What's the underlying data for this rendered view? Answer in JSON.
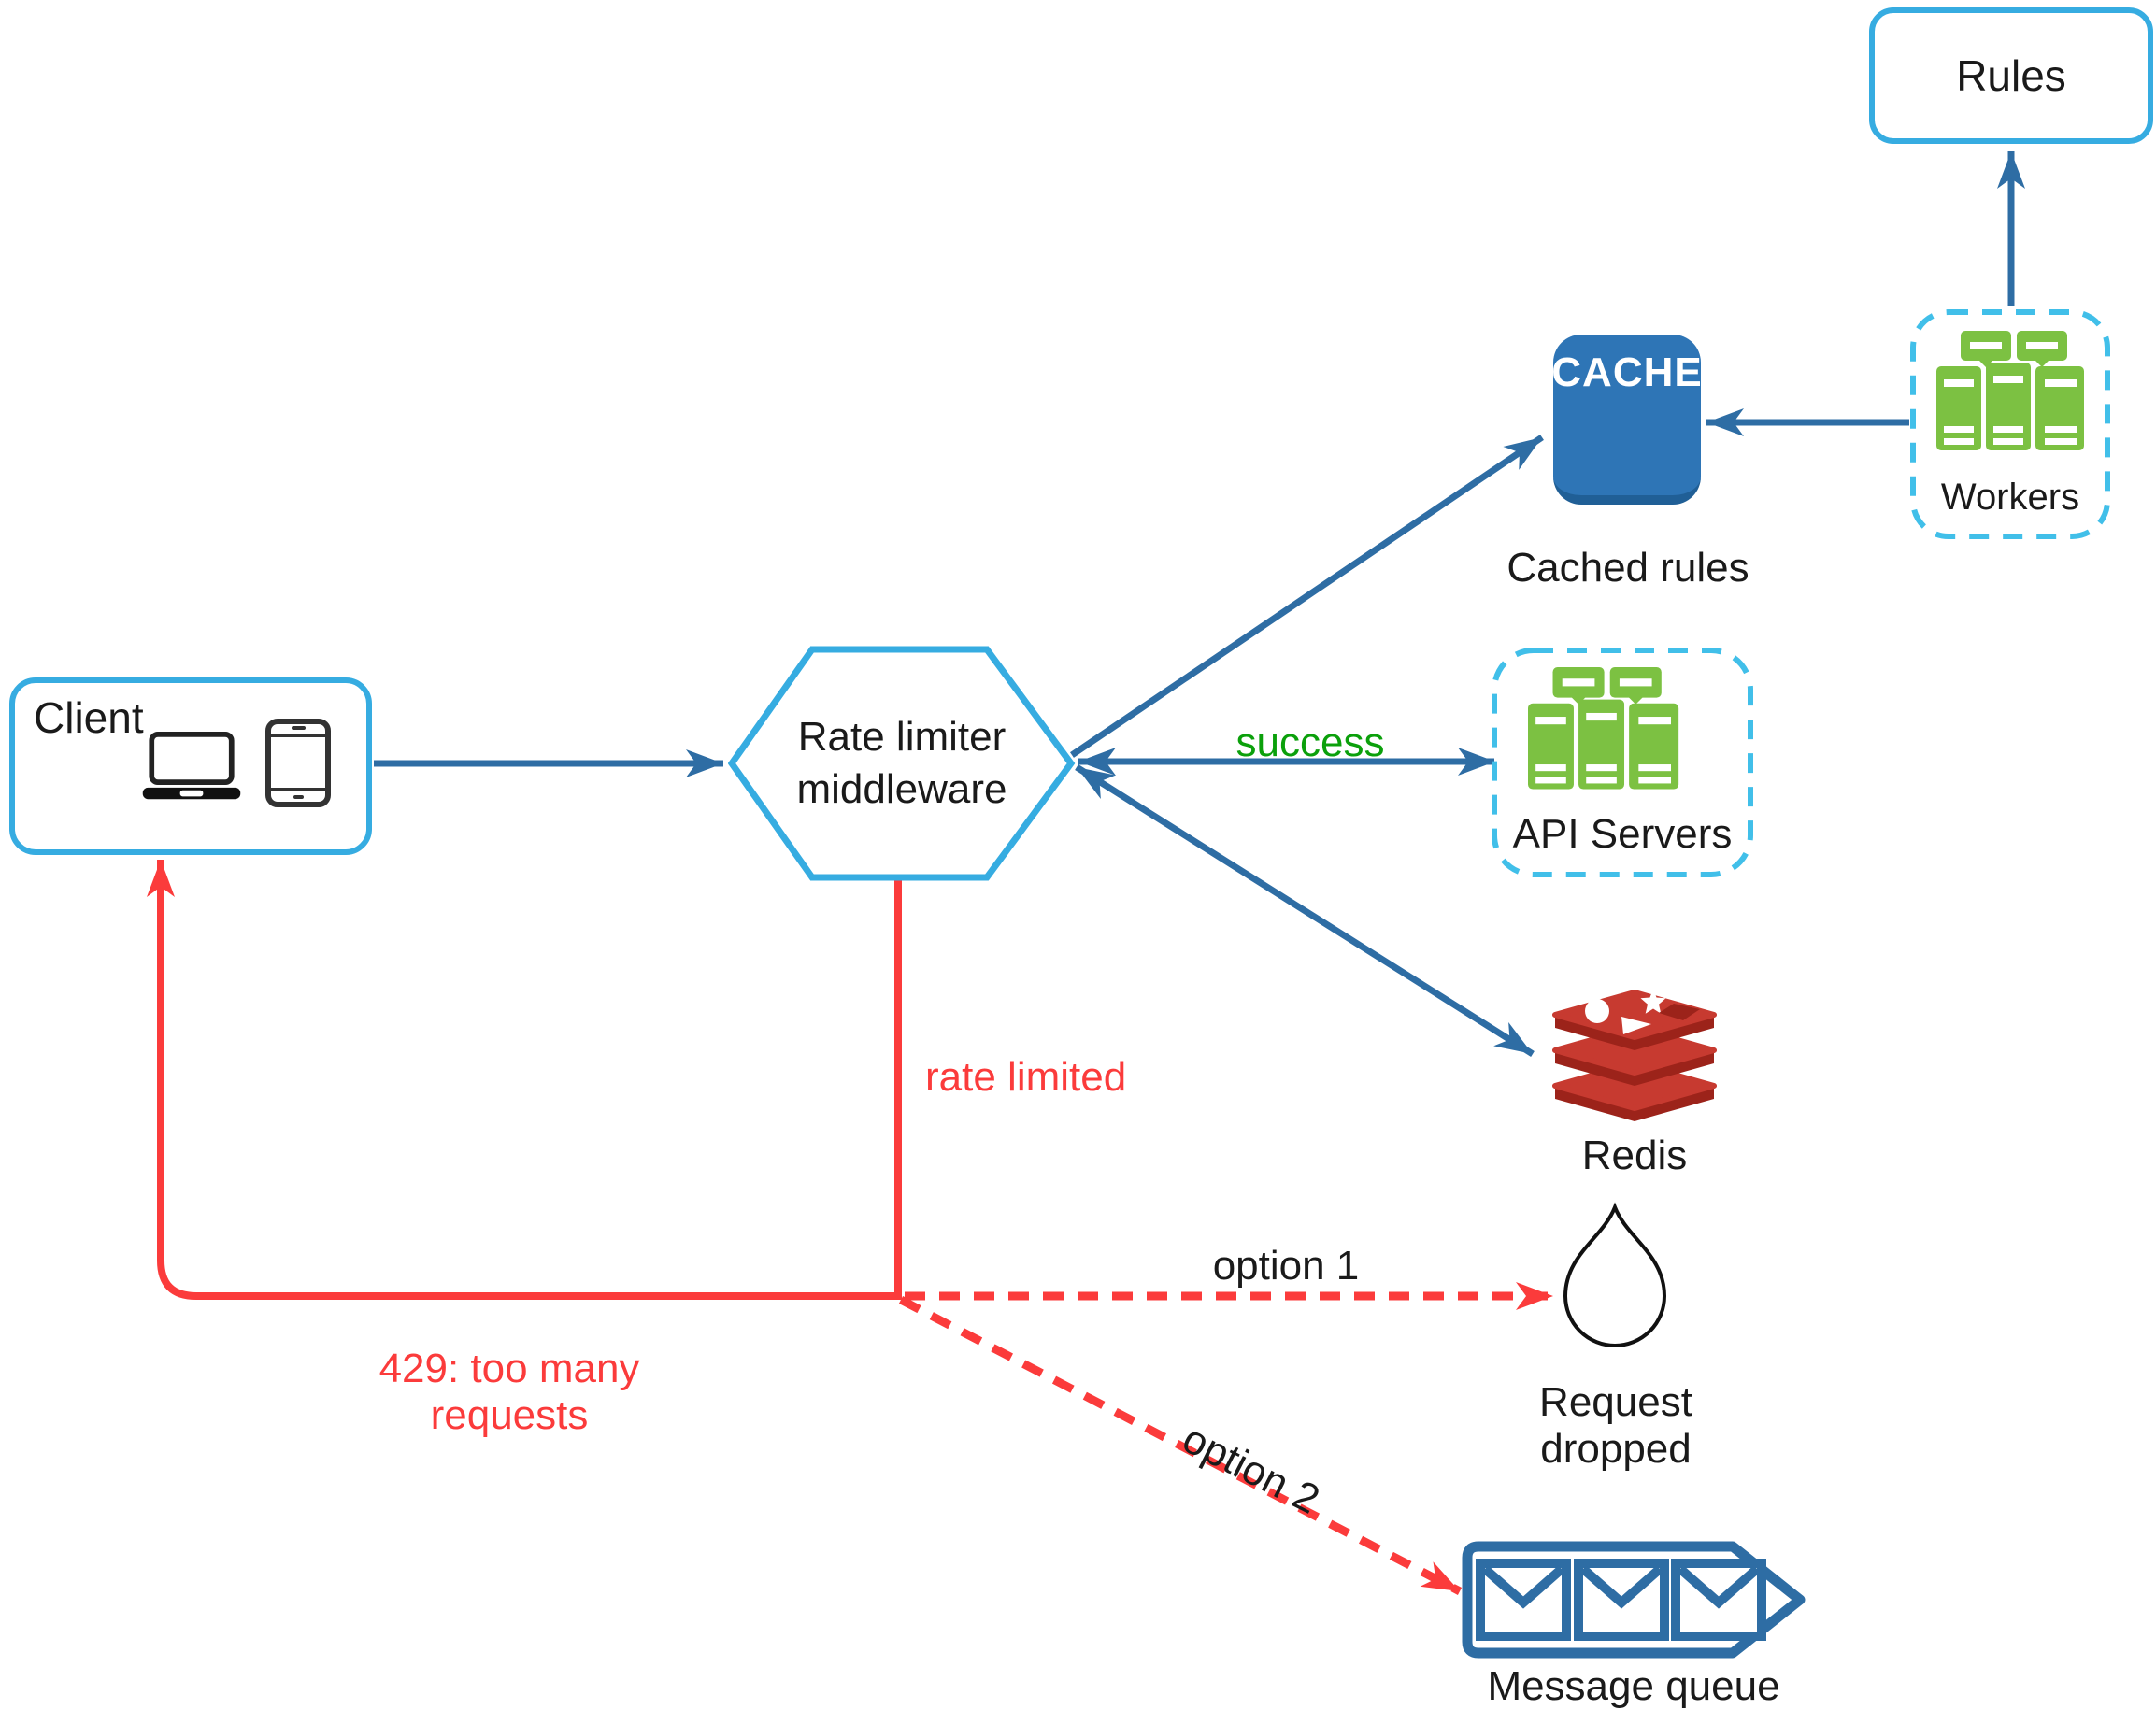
{
  "title": "Rate limiter system design diagram",
  "colors": {
    "accent_cyan": "#36ace1",
    "dashed_cyan": "#41bfe9",
    "arrow_blue": "#2e6da4",
    "cache_blue": "#2e75b6",
    "cache_blue_dark": "#205f96",
    "server_green": "#7cc142",
    "success_green": "#0ba00b",
    "alert_red": "#fb3b3b",
    "redis_red": "#c73a30",
    "redis_red_dark": "#9c231a",
    "text_black": "#1a1a1a"
  },
  "nodes": {
    "client": {
      "label": "Client"
    },
    "rate_limiter": {
      "label_line1": "Rate limiter",
      "label_line2": "middleware"
    },
    "rules": {
      "label": "Rules"
    },
    "workers": {
      "label": "Workers"
    },
    "cache": {
      "label": "CACHE",
      "caption": "Cached rules"
    },
    "api_servers": {
      "label": "API Servers"
    },
    "redis": {
      "label": "Redis"
    },
    "request_dropped": {
      "label": "Request dropped"
    },
    "message_queue": {
      "label": "Message queue"
    }
  },
  "edges": {
    "success": {
      "label": "success"
    },
    "rate_limited": {
      "label": "rate limited"
    },
    "too_many_requests": {
      "label": "429: too many requests"
    },
    "option1": {
      "label": "option 1"
    },
    "option2": {
      "label": "option 2"
    }
  }
}
